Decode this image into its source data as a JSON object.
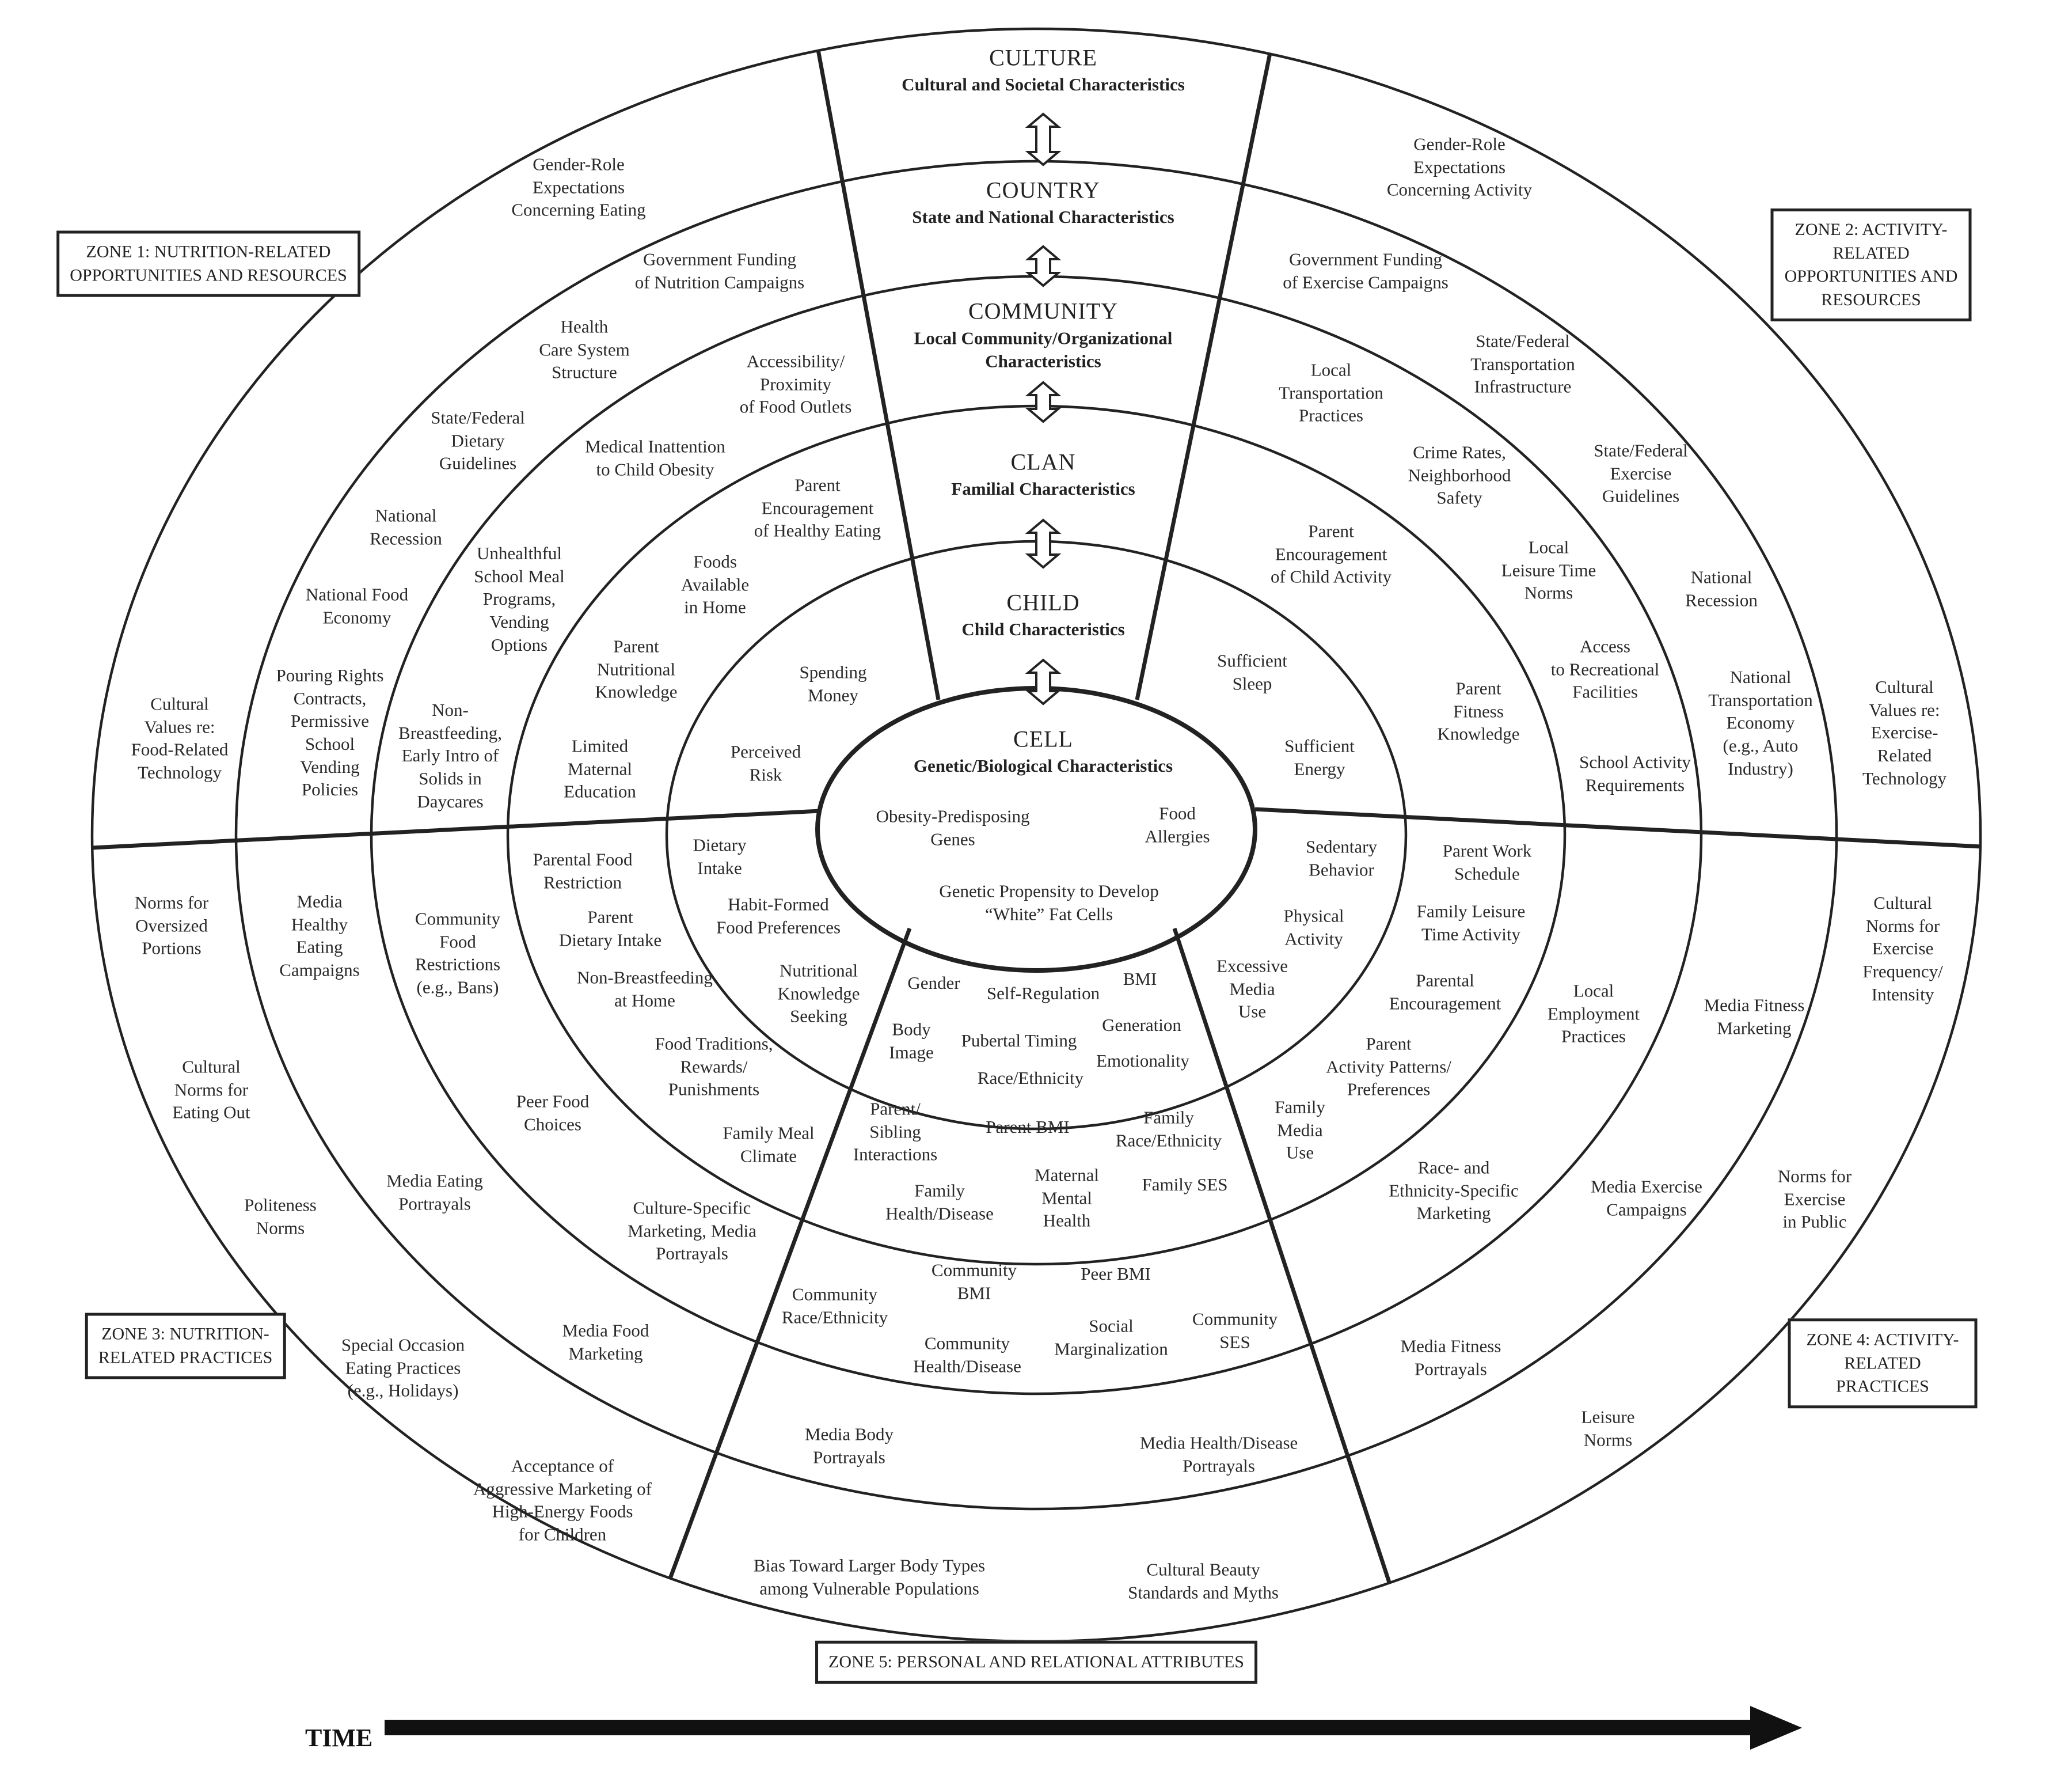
{
  "rings": [
    {
      "name": "CULTURE",
      "sub": "Cultural and Societal Characteristics"
    },
    {
      "name": "COUNTRY",
      "sub": "State and National Characteristics"
    },
    {
      "name": "COMMUNITY",
      "sub": "Local Community/Organizational\nCharacteristics"
    },
    {
      "name": "CLAN",
      "sub": "Familial Characteristics"
    },
    {
      "name": "CHILD",
      "sub": "Child Characteristics"
    },
    {
      "name": "CELL",
      "sub": "Genetic/Biological Characteristics"
    }
  ],
  "zones": {
    "z1": "ZONE 1: NUTRITION-RELATED\nOPPORTUNITIES AND RESOURCES",
    "z2": "ZONE 2: ACTIVITY-RELATED\nOPPORTUNITIES AND RESOURCES",
    "z3": "ZONE 3: NUTRITION-\nRELATED PRACTICES",
    "z4": "ZONE 4: ACTIVITY-\nRELATED PRACTICES",
    "z5": "ZONE 5: PERSONAL AND RELATIONAL ATTRIBUTES"
  },
  "time_label": "TIME",
  "labels": {
    "z1_culture_1": "Gender-Role\nExpectations\nConcerning Eating",
    "z1_culture_2": "Cultural\nValues re:\nFood-Related\nTechnology",
    "z1_country_1": "Government Funding\nof Nutrition Campaigns",
    "z1_country_2": "State/Federal\nDietary\nGuidelines",
    "z1_country_3": "National\nRecession",
    "z1_country_4": "National Food\nEconomy",
    "z1_country_5": "Pouring Rights\nContracts,\nPermissive\nSchool\nVending\nPolicies",
    "z1_country_6": "Health\nCare System\nStructure",
    "z1_comm_1": "Accessibility/\nProximity\nof Food Outlets",
    "z1_comm_2": "Medical Inattention\nto Child Obesity",
    "z1_comm_3": "Unhealthful\nSchool Meal\nPrograms,\nVending\nOptions",
    "z1_comm_4": "Non-\nBreastfeeding,\nEarly Intro of\nSolids in\nDaycares",
    "z1_clan_1": "Parent\nEncouragement\nof Healthy Eating",
    "z1_clan_2": "Foods\nAvailable\nin Home",
    "z1_clan_3": "Parent\nNutritional\nKnowledge",
    "z1_clan_4": "Limited\nMaternal\nEducation",
    "z1_child_1": "Spending\nMoney",
    "z1_child_2": "Perceived\nRisk",
    "z2_culture_1": "Gender-Role\nExpectations\nConcerning Activity",
    "z2_culture_2": "Cultural\nValues re:\nExercise-\nRelated\nTechnology",
    "z2_country_1": "Government Funding\nof Exercise Campaigns",
    "z2_country_2": "State/Federal\nTransportation\nInfrastructure",
    "z2_country_3": "State/Federal\nExercise\nGuidelines",
    "z2_country_4": "National\nRecession",
    "z2_country_5": "National\nTransportation\nEconomy\n(e.g., Auto\nIndustry)",
    "z2_comm_1": "Local\nTransportation\nPractices",
    "z2_comm_2": "Crime Rates,\nNeighborhood\nSafety",
    "z2_comm_3": "Local\nLeisure Time\nNorms",
    "z2_comm_4": "Access\nto Recreational\nFacilities",
    "z2_comm_5": "School Activity\nRequirements",
    "z2_clan_1": "Parent\nEncouragement\nof Child Activity",
    "z2_clan_2": "Parent\nFitness\nKnowledge",
    "z2_child_1": "Sufficient\nSleep",
    "z2_child_2": "Sufficient\nEnergy",
    "cell_1": "Obesity-Predisposing\nGenes",
    "cell_2": "Food\nAllergies",
    "cell_3": "Genetic Propensity to Develop\n“White” Fat Cells",
    "z3_culture_1": "Norms for\nOversized\nPortions",
    "z3_culture_2": "Cultural\nNorms for\nEating Out",
    "z3_culture_3": "Politeness\nNorms",
    "z3_culture_4": "Special Occasion\nEating Practices\n(e.g., Holidays)",
    "z3_culture_5": "Acceptance of\nAggressive Marketing of\nHigh-Energy Foods\nfor Children",
    "z3_country_1": "Media\nHealthy\nEating\nCampaigns",
    "z3_country_2": "Peer Food\nChoices",
    "z3_country_3": "Media Eating\nPortrayals",
    "z3_country_4": "Media Food\nMarketing",
    "z3_comm_1": "Community\nFood\nRestrictions\n(e.g., Bans)",
    "z3_comm_2": "Culture-Specific\nMarketing, Media\nPortrayals",
    "z3_clan_1": "Parental Food\nRestriction",
    "z3_clan_2": "Parent\nDietary Intake",
    "z3_clan_3": "Non-Breastfeeding\nat Home",
    "z3_clan_4": "Food Traditions,\nRewards/\nPunishments",
    "z3_clan_5": "Family Meal\nClimate",
    "z3_child_1": "Dietary\nIntake",
    "z3_child_2": "Habit-Formed\nFood Preferences",
    "z3_child_3": "Nutritional\nKnowledge\nSeeking",
    "z4_culture_1": "Cultural\nNorms for\nExercise\nFrequency/\nIntensity",
    "z4_culture_2": "Norms for\nExercise\nin Public",
    "z4_culture_3": "Leisure\nNorms",
    "z4_country_1": "Media Fitness\nMarketing",
    "z4_country_2": "Media Exercise\nCampaigns",
    "z4_country_3": "Media Fitness\nPortrayals",
    "z4_comm_1": "Local\nEmployment\nPractices",
    "z4_comm_2": "Race- and\nEthnicity-Specific\nMarketing",
    "z4_clan_1": "Parent Work\nSchedule",
    "z4_clan_2": "Family Leisure\nTime Activity",
    "z4_clan_3": "Parental\nEncouragement",
    "z4_clan_4": "Parent\nActivity Patterns/\nPreferences",
    "z4_clan_5": "Family\nMedia\nUse",
    "z4_child_1": "Sedentary\nBehavior",
    "z4_child_2": "Physical\nActivity",
    "z4_child_3": "Excessive\nMedia\nUse",
    "z5_child_1": "Gender",
    "z5_child_2": "Self-Regulation",
    "z5_child_3": "BMI",
    "z5_child_4": "Body\nImage",
    "z5_child_5": "Pubertal Timing",
    "z5_child_6": "Generation",
    "z5_child_7": "Emotionality",
    "z5_child_8": "Race/Ethnicity",
    "z5_clan_1": "Parent/\nSibling\nInteractions",
    "z5_clan_2": "Parent BMI",
    "z5_clan_3": "Family\nRace/Ethnicity",
    "z5_clan_4": "Family\nHealth/Disease",
    "z5_clan_5": "Maternal\nMental\nHealth",
    "z5_clan_6": "Family SES",
    "z5_comm_1": "Community\nRace/Ethnicity",
    "z5_comm_2": "Community\nBMI",
    "z5_comm_3": "Peer BMI",
    "z5_comm_4": "Social\nMarginalization",
    "z5_comm_5": "Community\nSES",
    "z5_comm_6": "Community\nHealth/Disease",
    "z5_country_1": "Media Body\nPortrayals",
    "z5_country_2": "Media Health/Disease\nPortrayals",
    "z5_culture_1": "Bias Toward Larger Body Types\namong Vulnerable Populations",
    "z5_culture_2": "Cultural Beauty\nStandards and Myths"
  }
}
